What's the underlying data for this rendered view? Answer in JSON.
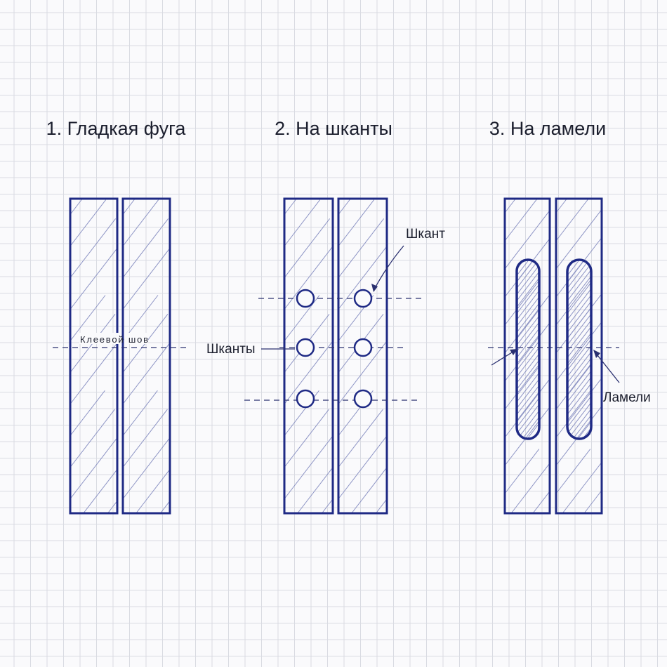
{
  "panels": [
    {
      "title": "1. Гладкая фуга",
      "labels": {
        "seam": "Клеевой шов"
      }
    },
    {
      "title": "2. На шканты",
      "labels": {
        "dowel": "Шкант",
        "dowels": "Шканты"
      }
    },
    {
      "title": "3. На ламели",
      "labels": {
        "lamellas": "Ламели"
      }
    }
  ],
  "colors": {
    "outline": "#1f2a85",
    "grid": "#d9dbe2",
    "text": "#1c1f2e"
  }
}
